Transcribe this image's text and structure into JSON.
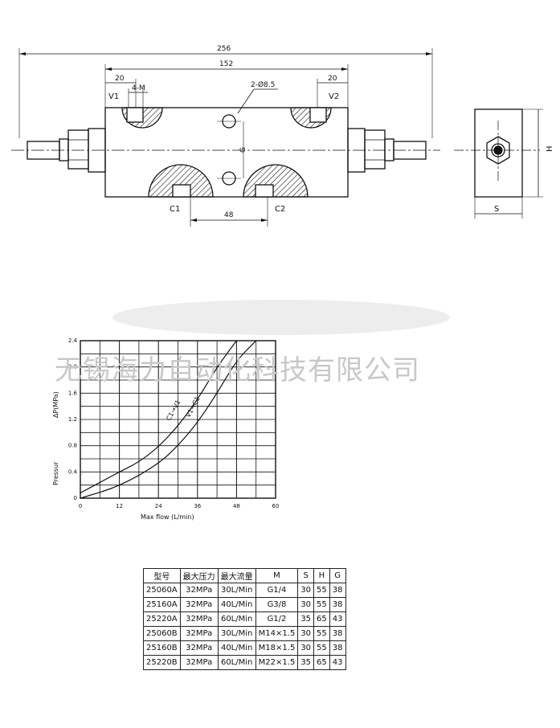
{
  "drawing": {
    "dim_overall": "256",
    "dim_body": "152",
    "dim_left_port": "20",
    "dim_thread": "4-M",
    "dim_hole": "2-Ø8.5",
    "dim_right_port": "20",
    "dim_g": "G",
    "dim_c_spacing": "48",
    "port_v1": "V1",
    "port_v2": "V2",
    "port_c1": "C1",
    "port_c2": "C2",
    "side_h": "H",
    "side_s": "S"
  },
  "watermark": "无锡海力自动化科技有限公司",
  "chart_data": {
    "type": "line",
    "xlabel": "Max flow (L/min)",
    "ylabel": "Pressur",
    "ylabel_unit": "ΔP(MPa)",
    "x_ticks": [
      0,
      12,
      24,
      36,
      48,
      60
    ],
    "y_ticks": [
      0,
      0.4,
      0.8,
      1.2,
      1.6,
      2.0,
      2.4
    ],
    "xlim": [
      0,
      60
    ],
    "ylim": [
      0,
      2.4
    ],
    "grid": true,
    "series": [
      {
        "name": "C1→V1",
        "x": [
          0,
          6,
          12,
          18,
          24,
          30,
          36,
          42,
          48
        ],
        "y": [
          0.08,
          0.24,
          0.4,
          0.55,
          0.78,
          1.1,
          1.5,
          2.0,
          2.4
        ]
      },
      {
        "name": "V1→C1",
        "x": [
          0,
          12,
          24,
          30,
          36,
          42,
          48,
          54
        ],
        "y": [
          0.0,
          0.18,
          0.52,
          0.8,
          1.15,
          1.6,
          2.1,
          2.4
        ]
      }
    ]
  },
  "table": {
    "headers": [
      "型号",
      "最大压力",
      "最大流量",
      "M",
      "S",
      "H",
      "G"
    ],
    "rows": [
      [
        "25060A",
        "32MPa",
        "30L/Min",
        "G1/4",
        "30",
        "55",
        "38"
      ],
      [
        "25160A",
        "32MPa",
        "40L/Min",
        "G3/8",
        "30",
        "55",
        "38"
      ],
      [
        "25220A",
        "32MPa",
        "60L/Min",
        "G1/2",
        "35",
        "65",
        "43"
      ],
      [
        "25060B",
        "32MPa",
        "30L/Min",
        "M14×1.5",
        "30",
        "55",
        "38"
      ],
      [
        "25160B",
        "32MPa",
        "40L/Min",
        "M18×1.5",
        "30",
        "55",
        "38"
      ],
      [
        "25220B",
        "32MPa",
        "60L/Min",
        "M22×1.5",
        "35",
        "65",
        "43"
      ]
    ]
  }
}
